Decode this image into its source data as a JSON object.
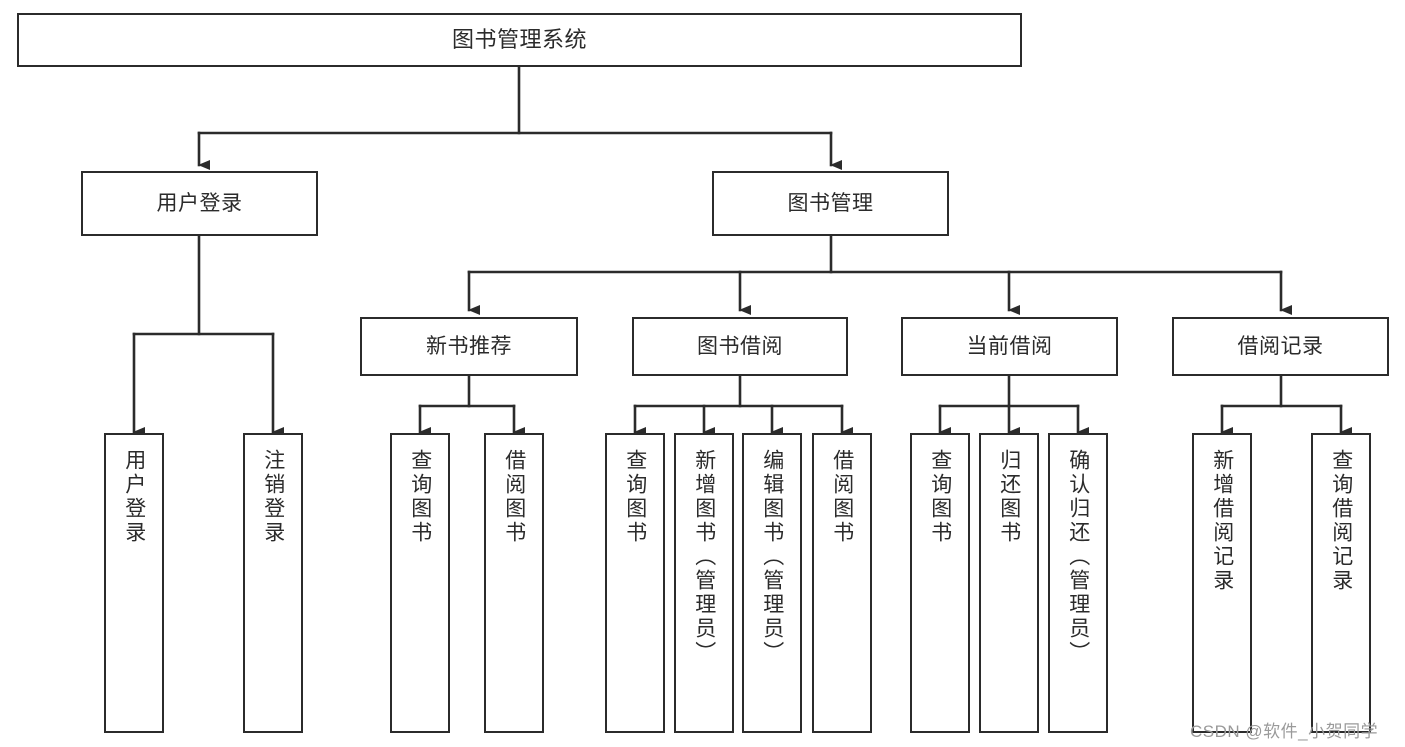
{
  "diagram": {
    "title": "图书管理系统",
    "type": "tree",
    "background": "#ffffff",
    "line_color": "#2b2b2b",
    "box_border_color": "#2b2b2b",
    "box_fill_color": "#ffffff",
    "text_color": "#2b2b2b"
  },
  "nodes": {
    "root": {
      "label": "图书管理系统",
      "level": 1
    },
    "l2": [
      {
        "id": "user-login",
        "label": "用户登录",
        "level": 2
      },
      {
        "id": "book-management",
        "label": "图书管理",
        "level": 2
      }
    ],
    "l3": [
      {
        "id": "new-book-recommend",
        "label": "新书推荐",
        "level": 3
      },
      {
        "id": "book-borrow",
        "label": "图书借阅",
        "level": 3
      },
      {
        "id": "current-borrow",
        "label": "当前借阅",
        "level": 3
      },
      {
        "id": "borrow-record",
        "label": "借阅记录",
        "level": 3
      }
    ],
    "leaves": [
      {
        "id": "leaf-user-login",
        "label": "用户登录",
        "parent": "user-login"
      },
      {
        "id": "leaf-logout-login",
        "label": "注销登录",
        "parent": "user-login"
      },
      {
        "id": "leaf-query-book-1",
        "label": "查询图书",
        "parent": "new-book-recommend"
      },
      {
        "id": "leaf-borrow-book-1",
        "label": "借阅图书",
        "parent": "new-book-recommend"
      },
      {
        "id": "leaf-query-book-2",
        "label": "查询图书",
        "parent": "book-borrow"
      },
      {
        "id": "leaf-add-book",
        "label": "新增图书（管理员）",
        "parent": "book-borrow"
      },
      {
        "id": "leaf-edit-book",
        "label": "编辑图书（管理员）",
        "parent": "book-borrow"
      },
      {
        "id": "leaf-borrow-book-2",
        "label": "借阅图书",
        "parent": "book-borrow"
      },
      {
        "id": "leaf-query-book-3",
        "label": "查询图书",
        "parent": "current-borrow"
      },
      {
        "id": "leaf-return-book",
        "label": "归还图书",
        "parent": "current-borrow"
      },
      {
        "id": "leaf-confirm-return",
        "label": "确认归还（管理员）",
        "parent": "current-borrow"
      },
      {
        "id": "leaf-add-borrow-record",
        "label": "新增借阅记录",
        "parent": "borrow-record"
      },
      {
        "id": "leaf-query-borrow-record",
        "label": "查询借阅记录",
        "parent": "borrow-record"
      }
    ]
  },
  "watermark": {
    "text": "CSDN @软件_小贺同学"
  }
}
